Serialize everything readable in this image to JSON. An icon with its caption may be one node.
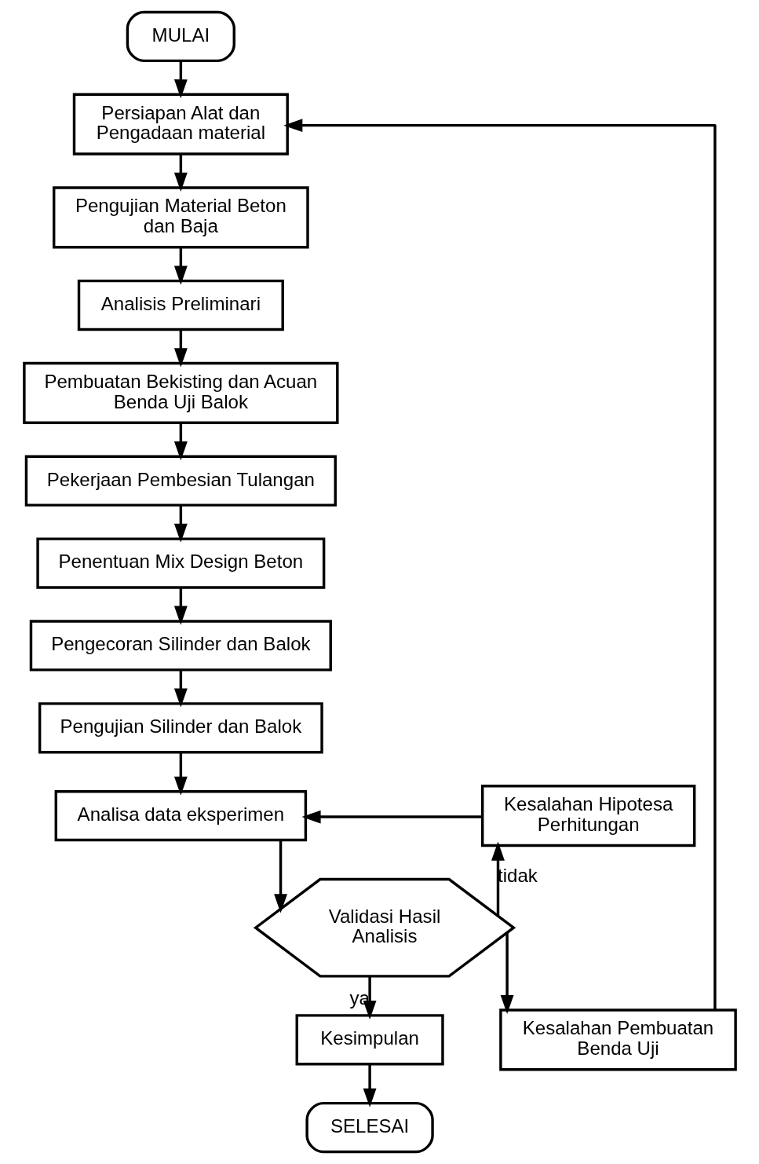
{
  "diagram": {
    "nodes": [
      {
        "text": [
          "MULAI"
        ]
      },
      {
        "text": [
          "Persiapan Alat dan Pengadaan material"
        ]
      },
      {
        "text": [
          "Pengujian Material Beton dan Baja"
        ]
      },
      {
        "text": [
          "Analisis Preliminari"
        ]
      },
      {
        "text": [
          "Pembuatan Bekisting dan Acuan Benda Uji Balok"
        ]
      },
      {
        "text": [
          "Pekerjaan Pembesian Tulangan"
        ]
      },
      {
        "text": [
          "Penentuan Mix Design Beton"
        ]
      },
      {
        "text": [
          "Pengecoran Silinder dan Balok"
        ]
      },
      {
        "text": [
          "Pengujian Silinder dan Balok"
        ]
      },
      {
        "text": [
          "Analisa data eksperimen"
        ]
      },
      {
        "text": [
          "Validasi Hasil Analisis"
        ]
      },
      {
        "text": [
          "Kesalahan Hipotesa Perhitungan"
        ]
      },
      {
        "text": [
          "Kesimpulan"
        ]
      },
      {
        "text": [
          "Kesalahan Pembuatan Benda Uji"
        ]
      },
      {
        "text": [
          "SELESAI"
        ]
      }
    ],
    "edges": [
      {
        "from": 0,
        "to": 1,
        "arrow": "to"
      },
      {
        "from": 1,
        "to": 2,
        "arrow": "to"
      },
      {
        "from": 2,
        "to": 3,
        "arrow": "to"
      },
      {
        "from": 3,
        "to": 4,
        "arrow": "to"
      },
      {
        "from": 4,
        "to": 5,
        "arrow": "to"
      },
      {
        "from": 5,
        "to": 6,
        "arrow": "to"
      },
      {
        "from": 6,
        "to": 7,
        "arrow": "to"
      },
      {
        "from": 7,
        "to": 8,
        "arrow": "to"
      },
      {
        "from": 8,
        "to": 9,
        "arrow": "to"
      },
      {
        "from": 9,
        "to": 10,
        "arrow": "to"
      },
      {
        "from": 10,
        "to": 11,
        "label": "tidak",
        "arrow": "to"
      },
      {
        "from": 10,
        "to": 13,
        "arrow": "to"
      },
      {
        "from": 11,
        "to": 9,
        "arrow": "to"
      },
      {
        "from": 10,
        "to": 12,
        "label": "ya",
        "arrow": "to"
      },
      {
        "from": 12,
        "to": 14,
        "arrow": "to"
      },
      {
        "from": 13,
        "to": 1,
        "arrow": "to"
      }
    ]
  }
}
